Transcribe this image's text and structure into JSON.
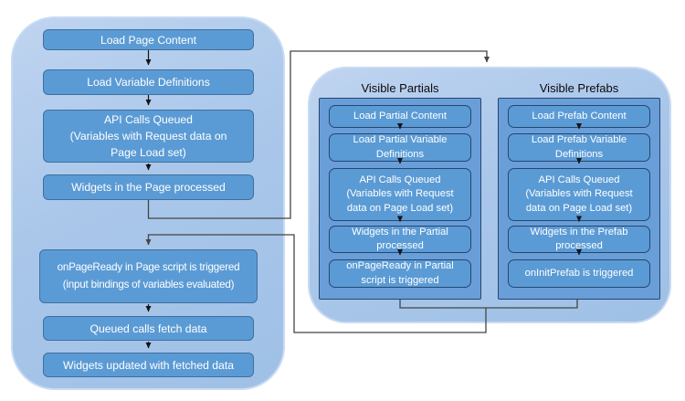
{
  "page_flow": {
    "steps": [
      "Load Page Content",
      "Load Variable Definitions",
      "API Calls Queued\n(Variables with Request data on\nPage Load set)",
      "Widgets in the Page processed",
      "onPageReady in Page script is triggered\n(input bindings of variables evaluated)",
      "Queued calls fetch data",
      "Widgets updated with fetched data"
    ]
  },
  "partials_flow": {
    "title": "Visible Partials",
    "steps": [
      "Load Partial Content",
      "Load Partial Variable\nDefinitions",
      "API Calls Queued\n(Variables with Request\ndata on Page Load set)",
      "Widgets in the Partial\nprocessed",
      "onPageReady in Partial\nscript is triggered"
    ]
  },
  "prefabs_flow": {
    "title": "Visible Prefabs",
    "steps": [
      "Load Prefab Content",
      "Load Prefab Variable\nDefinitions",
      "API Calls Queued\n(Variables with Request\ndata on Page Load set)",
      "Widgets in the Prefab\nprocessed",
      "onInitPrefab is triggered"
    ]
  },
  "colors": {
    "outer_panel": "#aac7ea",
    "inner_panel": "#699ed8",
    "box_fill": "#5b9bd5",
    "box_border": "#3e6fa0",
    "subbox_border": "#24476f",
    "connector": "#454545",
    "arrow": "#141414",
    "box_text": "#ffffff",
    "heading_text": "#0a0a0a"
  }
}
